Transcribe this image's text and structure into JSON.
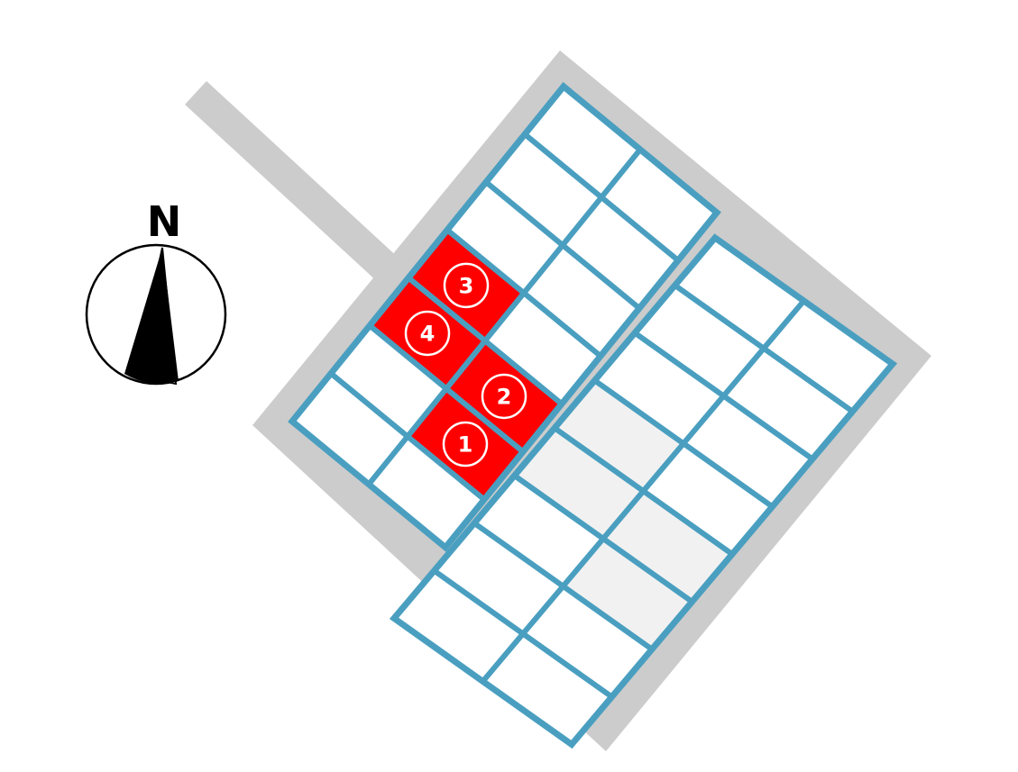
{
  "compass": {
    "label": "N",
    "icon": "compass-icon"
  },
  "colors": {
    "road": "#cccccc",
    "lot_border": "#4a9fc0",
    "lot_available": "#ffffff",
    "lot_highlighted": "#ff0000",
    "lot_other": "#f1f1f1",
    "background": "#ffffff"
  },
  "highlighted_lots": [
    {
      "label": "1"
    },
    {
      "label": "2"
    },
    {
      "label": "3"
    },
    {
      "label": "4"
    }
  ]
}
